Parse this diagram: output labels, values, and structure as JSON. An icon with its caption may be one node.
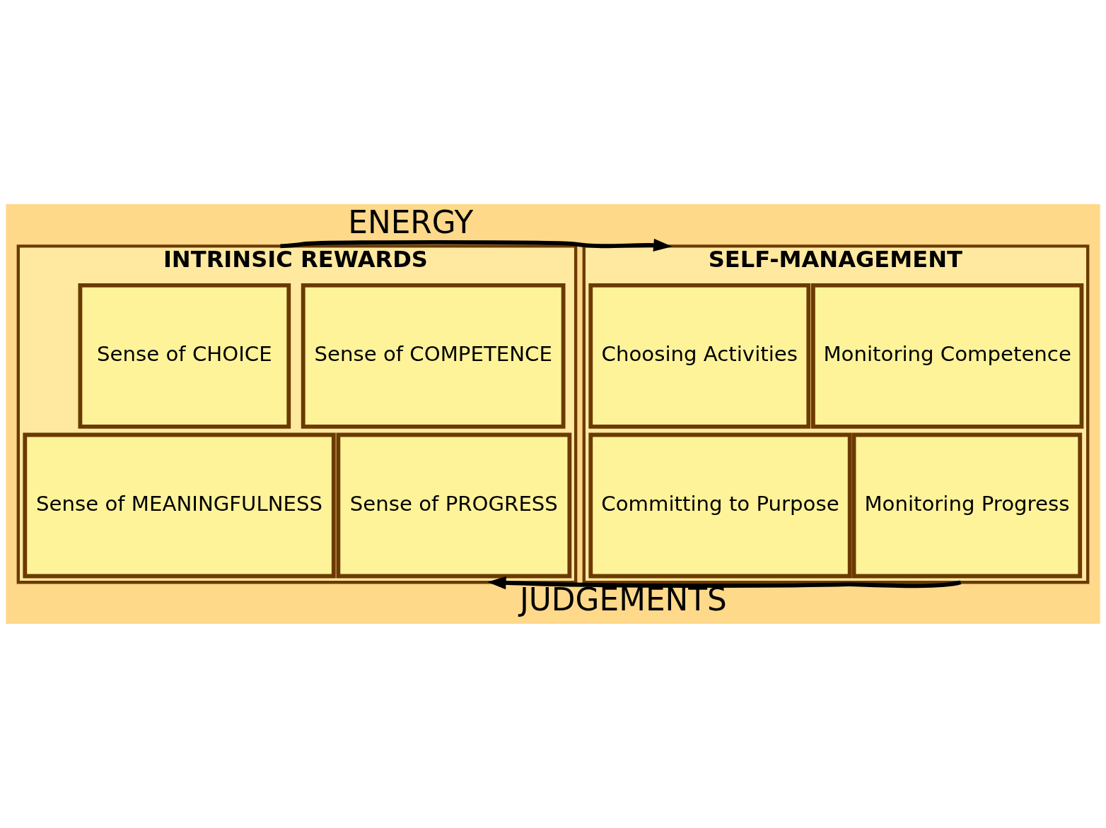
{
  "diagram": {
    "nodes": [
      {
        "text": [
          "INTRINSIC REWARDS"
        ]
      },
      {
        "text": [
          "Sense of CHOICE"
        ],
        "in": 0
      },
      {
        "text": [
          "Sense of COMPETENCE"
        ],
        "in": 0
      },
      {
        "text": [
          "Sense of MEANINGFULNESS"
        ],
        "in": 0
      },
      {
        "text": [
          "Sense of PROGRESS"
        ],
        "in": 0
      },
      {
        "text": [
          "SELF-MANAGEMENT"
        ]
      },
      {
        "text": [
          "Choosing Activities"
        ],
        "in": 5
      },
      {
        "text": [
          "Monitoring Competence"
        ],
        "in": 5
      },
      {
        "text": [
          "Committing to Purpose"
        ],
        "in": 5
      },
      {
        "text": [
          "Monitoring Progress"
        ],
        "in": 5
      }
    ],
    "edges": [
      {
        "from": 0,
        "to": 5,
        "arrow": "to",
        "label": "ENERGY"
      },
      {
        "from": 5,
        "to": 0,
        "arrow": "to",
        "label": "JUDGEMENTS"
      }
    ]
  }
}
